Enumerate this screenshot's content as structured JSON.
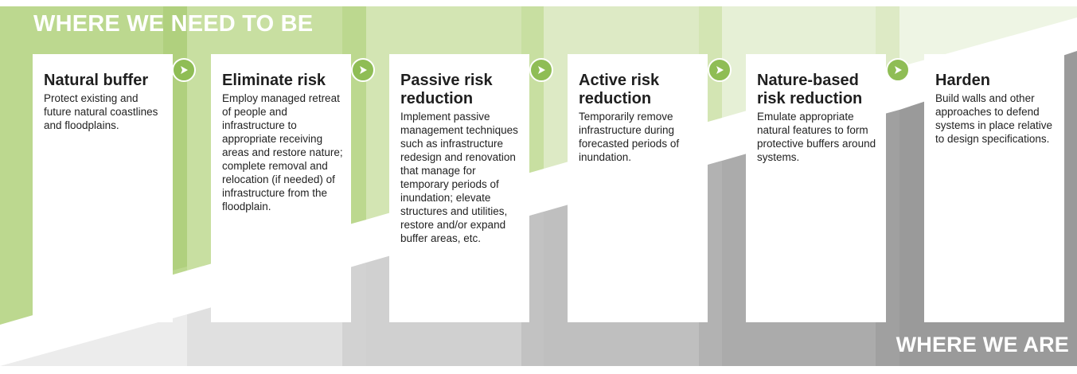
{
  "headings": {
    "top": "WHERE WE NEED TO BE",
    "bottom": "WHERE WE ARE"
  },
  "steps": [
    {
      "title": "Natural buffer",
      "text": "Protect existing and future natural coastlines and floodplains."
    },
    {
      "title": "Eliminate risk",
      "text": "Employ managed retreat of people and infrastructure to appropriate receiving areas and restore nature; complete removal and relocation (if needed) of infrastructure from the floodplain."
    },
    {
      "title": "Passive risk reduction",
      "text": "Implement passive management techniques such as infrastructure redesign and renovation that manage for temporary periods of inundation; elevate structures and utilities, restore and/or expand buffer areas, etc."
    },
    {
      "title": "Active risk reduction",
      "text": "Temporarily remove infrastructure during forecasted periods of inundation."
    },
    {
      "title": "Nature-based risk reduction",
      "text": "Emulate appropriate natural features to form protective buffers around systems."
    },
    {
      "title": "Harden",
      "text": "Build walls and other approaches to defend systems in place relative to design specifications."
    }
  ],
  "arrow_icon": "chevron-right-circle-icon",
  "colors": {
    "green_dark": "#bcd88f",
    "green_light": "#e3efd0",
    "gray_dark": "#9a9a9a",
    "gray_light": "#e4e4e4",
    "arrow": "#8fbd55"
  }
}
